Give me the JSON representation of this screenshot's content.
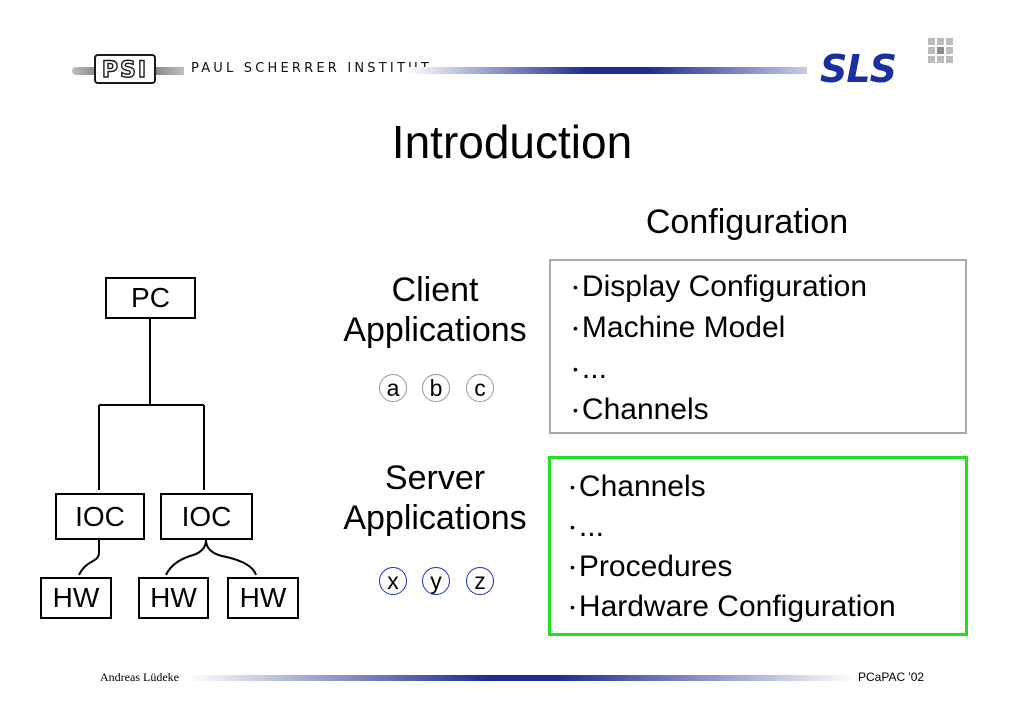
{
  "header": {
    "psi_logo_text": "PSI",
    "institute_name": "PAUL SCHERRER INSTITUT",
    "sls_logo_text": "SLS"
  },
  "slide": {
    "title": "Introduction",
    "config_heading": "Configuration"
  },
  "diagram": {
    "pc_label": "PC",
    "ioc_labels": [
      "IOC",
      "IOC"
    ],
    "hw_labels": [
      "HW",
      "HW",
      "HW"
    ]
  },
  "client": {
    "label_line1": "Client",
    "label_line2": "Applications",
    "instances": [
      "a",
      "b",
      "c"
    ],
    "config_items": [
      "Display Configuration",
      "Machine Model",
      "...",
      "Channels"
    ]
  },
  "server": {
    "label_line1": "Server",
    "label_line2": "Applications",
    "instances": [
      "x",
      "y",
      "z"
    ],
    "config_items": [
      "Channels",
      "...",
      "Procedures",
      "Hardware Configuration"
    ]
  },
  "footer": {
    "author": "Andreas Lüdeke",
    "event": "PCaPAC '02"
  },
  "colors": {
    "client_panel_border": "#a9a9a9",
    "server_panel_border": "#22e022",
    "server_circle_border": "#1f2fc7",
    "header_rule_blue": "#1c2d8f",
    "sls_logo_blue": "#1a2fa0"
  }
}
